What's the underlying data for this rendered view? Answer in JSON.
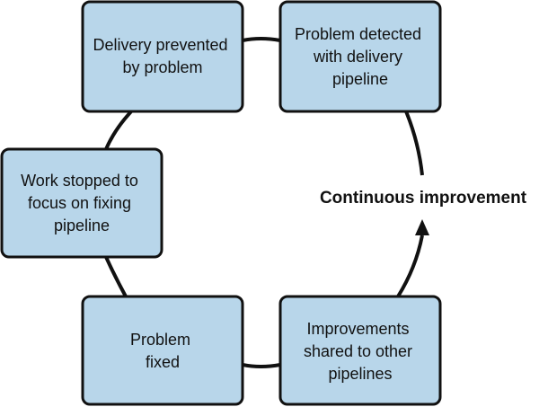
{
  "diagram": {
    "center_label": "Continuous improvement",
    "steps": [
      {
        "lines": [
          "Delivery prevented",
          "by problem"
        ]
      },
      {
        "lines": [
          "Problem detected",
          "with delivery",
          "pipeline"
        ]
      },
      {
        "lines": [
          "Work stopped to",
          "focus on fixing",
          "pipeline"
        ]
      },
      {
        "lines": [
          "Problem",
          "fixed"
        ]
      },
      {
        "lines": [
          "Improvements",
          "shared to other",
          "pipelines"
        ]
      }
    ],
    "colors": {
      "box_fill": "#b8d6ea",
      "stroke": "#111111"
    }
  }
}
